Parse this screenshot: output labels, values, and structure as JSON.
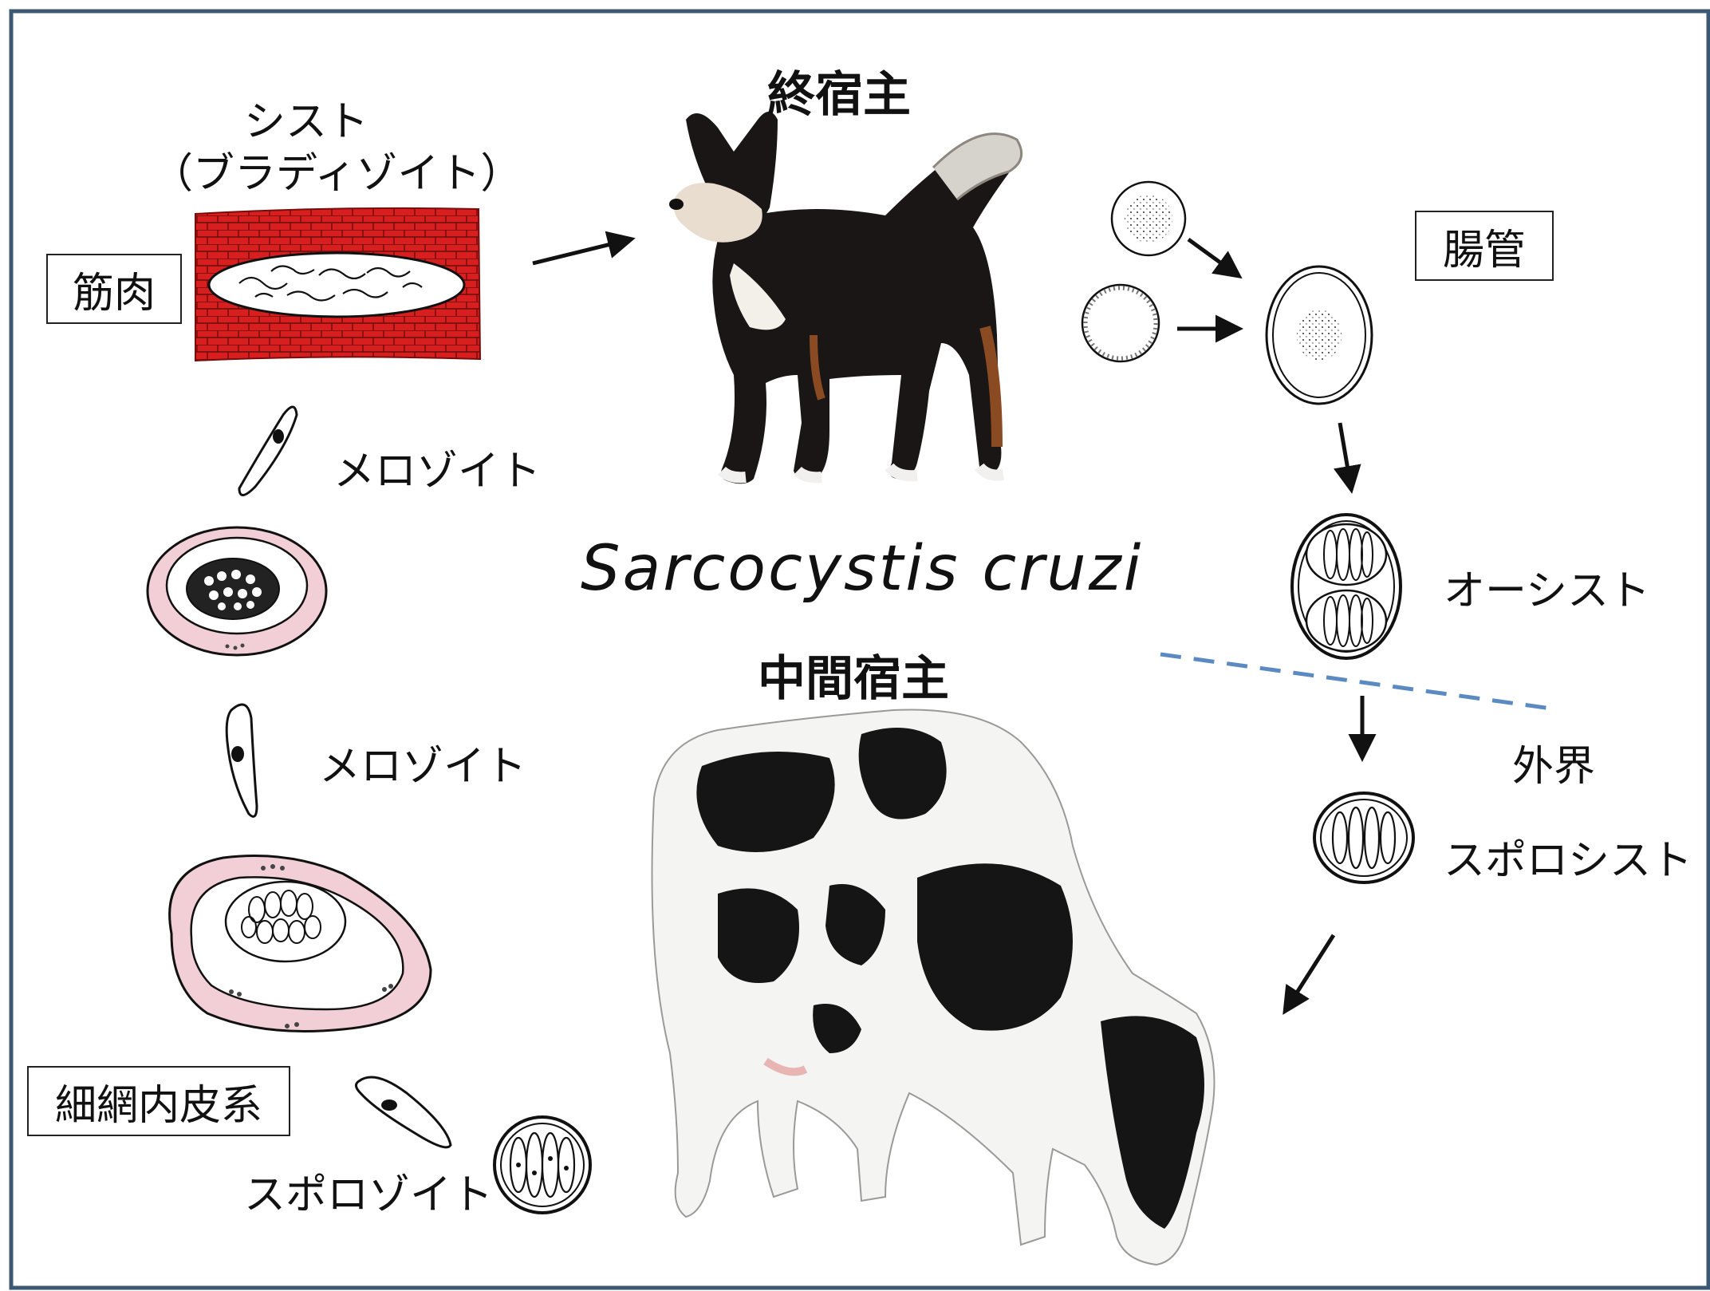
{
  "hosts": {
    "definitive_title": "終宿主",
    "intermediate_title": "中間宿主"
  },
  "species": "Sarcocystis   cruzi",
  "labels": {
    "cyst": "シスト",
    "bradyzoite": "（ブラディゾイト）",
    "muscle": "筋肉",
    "merozoite_1": "メロゾイト",
    "merozoite_2": "メロゾイト",
    "reticuloendothelial": "細網内皮系",
    "sporozoite": "スポロゾイト",
    "intestine": "腸管",
    "oocyst": "オーシスト",
    "outside": "外界",
    "sporocyst": "スポロシスト"
  },
  "colors": {
    "frame": "#3b5875",
    "muscle_red": "#d81f1f",
    "schizont_pink": "#f2cfd6",
    "boundary_dash": "#5b8ac2"
  },
  "icons": {
    "dog": "dog-photo",
    "cow": "cow-photo"
  }
}
